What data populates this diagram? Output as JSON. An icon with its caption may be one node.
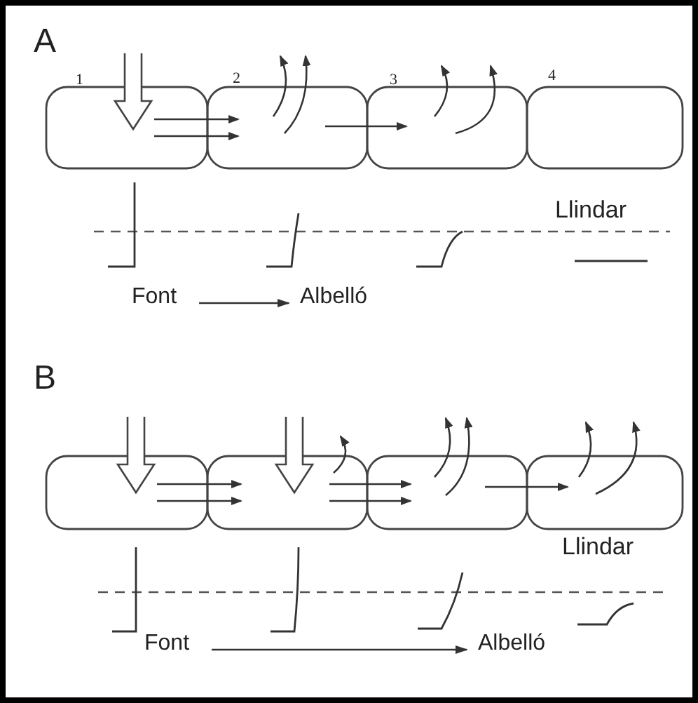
{
  "diagram": {
    "nodes": [
      {
        "text": [
          "Font"
        ]
      },
      {
        "text": [
          "Albelló"
        ]
      },
      {
        "text": [
          "Font"
        ]
      },
      {
        "text": [
          "Albelló"
        ]
      }
    ],
    "edges": [
      {
        "from": 0,
        "to": 1,
        "arrow": "to"
      },
      {
        "from": 2,
        "to": 3,
        "arrow": "to"
      }
    ],
    "labels": [
      "A",
      "1",
      "2",
      "3",
      "4",
      "Llindar",
      "B",
      "Llindar"
    ]
  }
}
